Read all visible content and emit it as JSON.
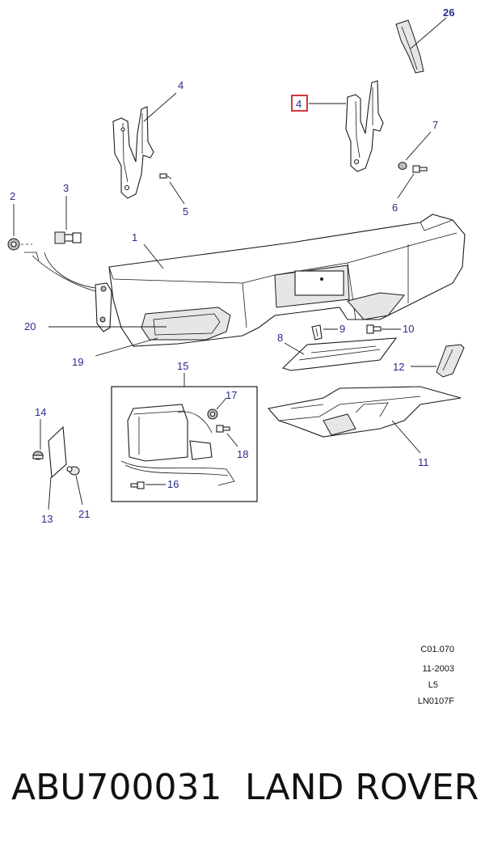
{
  "callouts": {
    "c1": "1",
    "c2": "2",
    "c3": "3",
    "c4a": "4",
    "c4b": "4",
    "c5": "5",
    "c6": "6",
    "c7": "7",
    "c8": "8",
    "c9": "9",
    "c10": "10",
    "c11": "11",
    "c12": "12",
    "c13": "13",
    "c14": "14",
    "c15": "15",
    "c16": "16",
    "c17": "17",
    "c18": "18",
    "c19": "19",
    "c20": "20",
    "c21": "21",
    "c26": "26"
  },
  "colors": {
    "callout_text": "#2a2a8a",
    "highlight_box": "#d0202a",
    "line": "#1a1a1a"
  },
  "reference": {
    "section": "C01.070",
    "date": "11-2003",
    "model": "L5",
    "drawing": "LN0107F"
  },
  "footer": {
    "part_number": "ABU700031",
    "brand": "LAND ROVER"
  }
}
